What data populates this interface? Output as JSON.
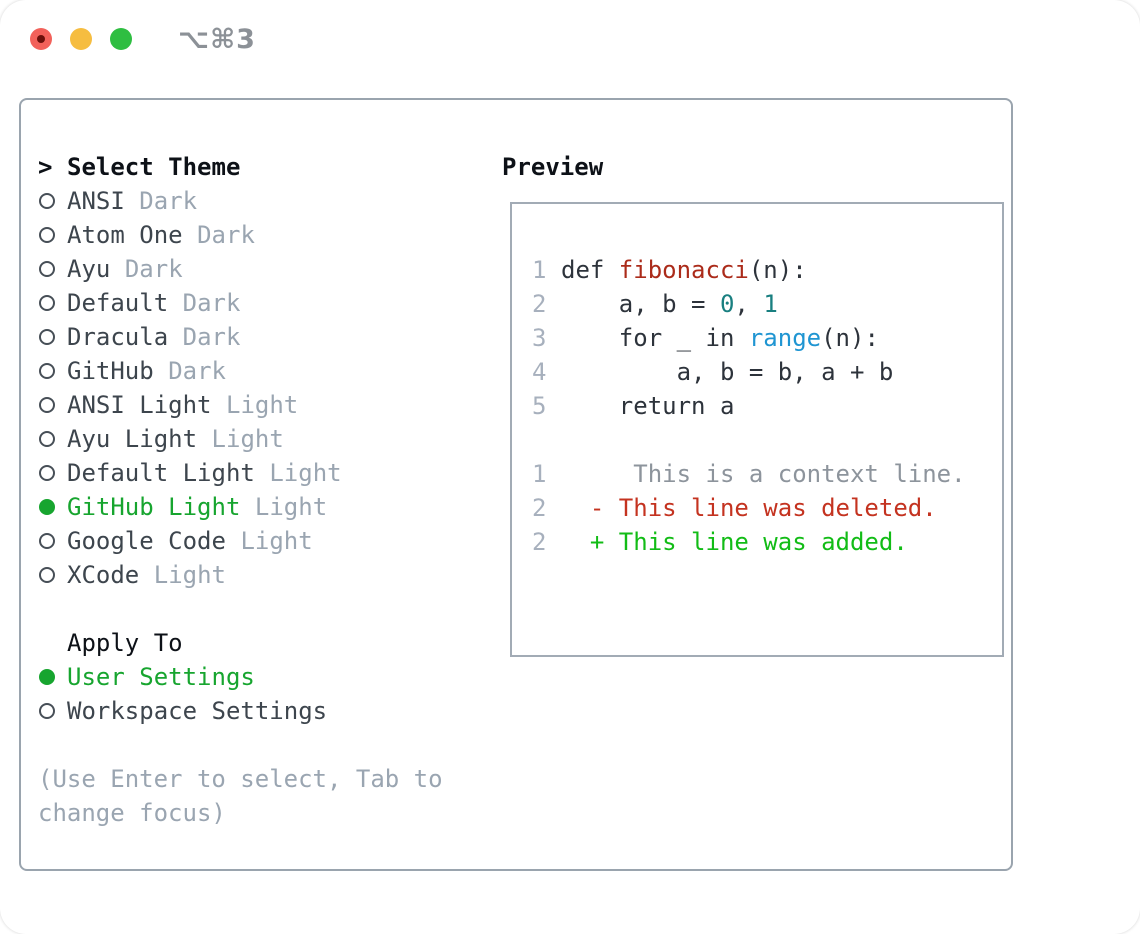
{
  "titlebar": {
    "shortcut_label": "⌥⌘3",
    "traffic_light_colors": {
      "close": "#f2615a",
      "close_dot": "#6b100b",
      "minimize": "#f6bd40",
      "zoom": "#2ebe41"
    }
  },
  "theme_picker": {
    "header_prompt": ">",
    "header": "Select Theme",
    "items": [
      {
        "name": "ANSI",
        "variant": "Dark",
        "selected": false
      },
      {
        "name": "Atom One",
        "variant": "Dark",
        "selected": false
      },
      {
        "name": "Ayu",
        "variant": "Dark",
        "selected": false
      },
      {
        "name": "Default",
        "variant": "Dark",
        "selected": false
      },
      {
        "name": "Dracula",
        "variant": "Dark",
        "selected": false
      },
      {
        "name": "GitHub",
        "variant": "Dark",
        "selected": false
      },
      {
        "name": "ANSI Light",
        "variant": "Light",
        "selected": false
      },
      {
        "name": "Ayu Light",
        "variant": "Light",
        "selected": false
      },
      {
        "name": "Default Light",
        "variant": "Light",
        "selected": false
      },
      {
        "name": "GitHub Light",
        "variant": "Light",
        "selected": true
      },
      {
        "name": "Google Code",
        "variant": "Light",
        "selected": false
      },
      {
        "name": "XCode",
        "variant": "Light",
        "selected": false
      }
    ],
    "apply_to": {
      "header": "Apply To",
      "options": [
        {
          "label": "User Settings",
          "selected": true
        },
        {
          "label": "Workspace Settings",
          "selected": false
        }
      ]
    },
    "hint_line1": "(Use Enter to select, Tab to",
    "hint_line2": "change focus)"
  },
  "preview": {
    "header": "Preview",
    "code_lines": [
      {
        "num": "1",
        "tokens": [
          {
            "text": "def ",
            "style": "code"
          },
          {
            "text": "fibonacci",
            "style": "func"
          },
          {
            "text": "(n):",
            "style": "code"
          }
        ]
      },
      {
        "num": "2",
        "tokens": [
          {
            "text": "    a, b = ",
            "style": "code"
          },
          {
            "text": "0",
            "style": "lit"
          },
          {
            "text": ", ",
            "style": "code"
          },
          {
            "text": "1",
            "style": "lit"
          }
        ]
      },
      {
        "num": "3",
        "tokens": [
          {
            "text": "    for _ in ",
            "style": "code"
          },
          {
            "text": "range",
            "style": "builtin"
          },
          {
            "text": "(n):",
            "style": "code"
          }
        ]
      },
      {
        "num": "4",
        "tokens": [
          {
            "text": "        a, b = b, a + b",
            "style": "code"
          }
        ]
      },
      {
        "num": "5",
        "tokens": [
          {
            "text": "    return a",
            "style": "code"
          }
        ]
      },
      {
        "num": "1",
        "tokens": [
          {
            "text": "     This is a context line.",
            "style": "ctx"
          }
        ]
      },
      {
        "num": "2",
        "tokens": [
          {
            "text": "  - This line was deleted.",
            "style": "del"
          }
        ]
      },
      {
        "num": "2",
        "tokens": [
          {
            "text": "  + This line was added.",
            "style": "add"
          }
        ]
      }
    ]
  },
  "colors": {
    "accent_green": "#17a52f",
    "diff_added": "#12bc16",
    "diff_deleted": "#c43320",
    "function_red": "#ab2b1a",
    "number_teal": "#197f80",
    "builtin_blue": "#1f95d2",
    "muted_gray": "#9aa5b1",
    "panel_border": "#9aa4ae"
  }
}
